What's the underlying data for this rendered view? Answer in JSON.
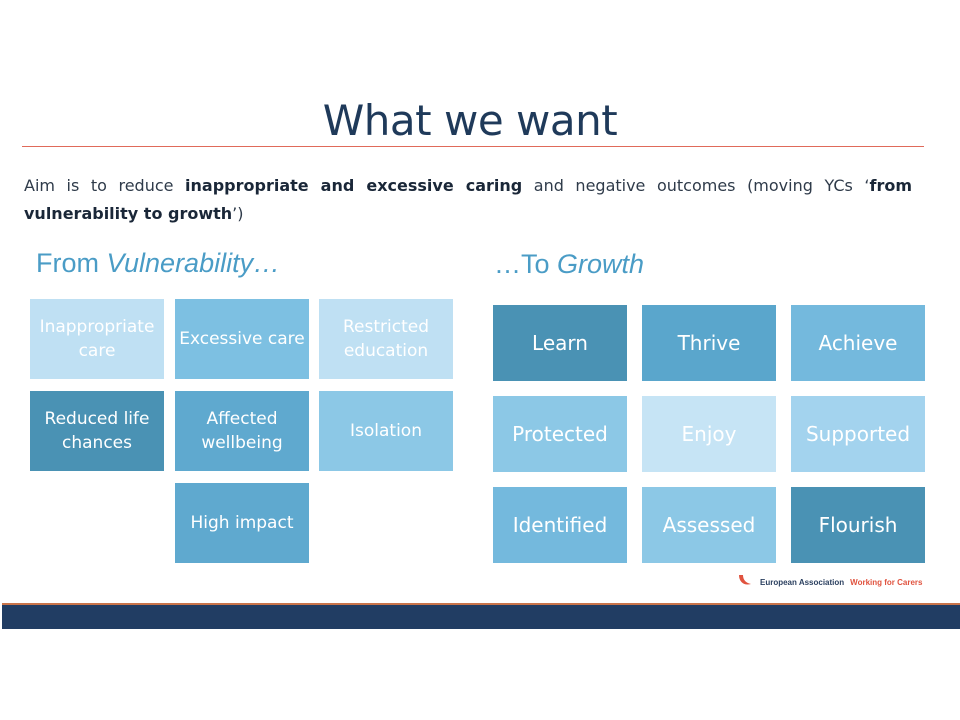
{
  "slide": {
    "title": "What we want",
    "aim": {
      "p1": "Aim is to reduce ",
      "b1": "inappropriate and excessive caring",
      "p2": " and negative outcomes (moving YCs ‘",
      "b2": "from vulnerability to growth",
      "p3": "’)"
    },
    "left_heading": {
      "prefix": "From ",
      "italic": "Vulnerability…"
    },
    "right_heading": {
      "prefix": "…To ",
      "italic": "Growth"
    },
    "left_tiles": [
      {
        "label": "Inappropriate care",
        "color": "#bfe0f3"
      },
      {
        "label": "Excessive care",
        "color": "#7dc0e2"
      },
      {
        "label": "Restricted education",
        "color": "#bfe0f3"
      },
      {
        "label": "Reduced life chances",
        "color": "#4a92b4"
      },
      {
        "label": "Affected wellbeing",
        "color": "#5fa9cf"
      },
      {
        "label": "Isolation",
        "color": "#8cc8e6"
      },
      {
        "label": "High impact",
        "color": "#5fa9cf"
      }
    ],
    "right_tiles": [
      {
        "label": "Learn",
        "color": "#4a92b4"
      },
      {
        "label": "Thrive",
        "color": "#5aa6cc"
      },
      {
        "label": "Achieve",
        "color": "#74b9dd"
      },
      {
        "label": "Protected",
        "color": "#8cc8e6"
      },
      {
        "label": "Enjoy",
        "color": "#c6e4f5"
      },
      {
        "label": "Supported",
        "color": "#a3d3ee"
      },
      {
        "label": "Identified",
        "color": "#74b9dd"
      },
      {
        "label": "Assessed",
        "color": "#8cc8e6"
      },
      {
        "label": "Flourish",
        "color": "#4a92b4"
      }
    ],
    "logo": {
      "name_part1": "European Association",
      "name_part2": "Working for Carers",
      "mark_color": "#e0533f"
    },
    "footer_color": "#213d63"
  }
}
